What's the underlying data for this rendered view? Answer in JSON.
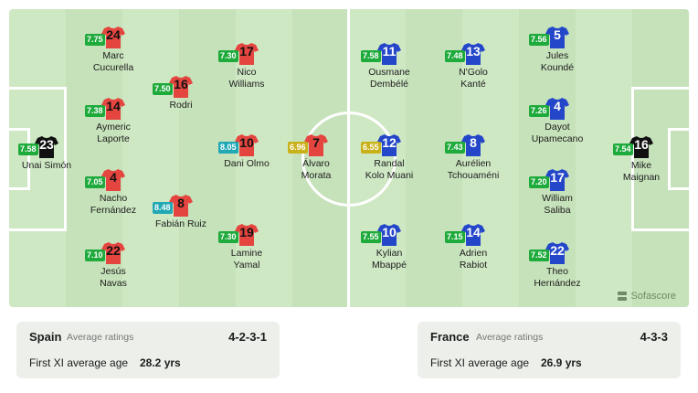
{
  "colors": {
    "pitch": "#cfe8c4",
    "spain_shirt": "#e4453f",
    "france_shirt": "#2447c9",
    "goalkeeper_shirt": "#111111",
    "rating_green": "#1faa3c",
    "rating_teal": "#21a8b5",
    "rating_olive": "#c9b11a"
  },
  "brand": "Sofascore",
  "spain": {
    "team": "Spain",
    "avg_label": "Average ratings",
    "formation": "4-2-3-1",
    "age_label": "First XI average age",
    "age_value": "28.2 yrs",
    "players": [
      {
        "number": "23",
        "name1": "Unai Simón",
        "name2": "",
        "rating": "7.58",
        "rating_color": "#1faa3c",
        "gk": true
      },
      {
        "number": "24",
        "name1": "Marc",
        "name2": "Cucurella",
        "rating": "7.75",
        "rating_color": "#1faa3c",
        "gk": false
      },
      {
        "number": "14",
        "name1": "Aymeric",
        "name2": "Laporte",
        "rating": "7.38",
        "rating_color": "#1faa3c",
        "gk": false
      },
      {
        "number": "4",
        "name1": "Nacho",
        "name2": "Fernández",
        "rating": "7.05",
        "rating_color": "#1faa3c",
        "gk": false
      },
      {
        "number": "22",
        "name1": "Jesús",
        "name2": "Navas",
        "rating": "7.10",
        "rating_color": "#1faa3c",
        "gk": false
      },
      {
        "number": "16",
        "name1": "Rodri",
        "name2": "",
        "rating": "7.50",
        "rating_color": "#1faa3c",
        "gk": false
      },
      {
        "number": "8",
        "name1": "Fabián Ruiz",
        "name2": "",
        "rating": "8.48",
        "rating_color": "#21a8b5",
        "gk": false
      },
      {
        "number": "17",
        "name1": "Nico",
        "name2": "Williams",
        "rating": "7.30",
        "rating_color": "#1faa3c",
        "gk": false
      },
      {
        "number": "10",
        "name1": "Dani Olmo",
        "name2": "",
        "rating": "8.05",
        "rating_color": "#21a8b5",
        "gk": false
      },
      {
        "number": "19",
        "name1": "Lamine",
        "name2": "Yamal",
        "rating": "7.30",
        "rating_color": "#1faa3c",
        "gk": false
      },
      {
        "number": "7",
        "name1": "Álvaro",
        "name2": "Morata",
        "rating": "6.96",
        "rating_color": "#c9b11a",
        "gk": false
      }
    ]
  },
  "france": {
    "team": "France",
    "avg_label": "Average ratings",
    "formation": "4-3-3",
    "age_label": "First XI average age",
    "age_value": "26.9 yrs",
    "players": [
      {
        "number": "16",
        "name1": "Mike",
        "name2": "Maignan",
        "rating": "7.54",
        "rating_color": "#1faa3c",
        "gk": true
      },
      {
        "number": "5",
        "name1": "Jules",
        "name2": "Koundé",
        "rating": "7.56",
        "rating_color": "#1faa3c",
        "gk": false
      },
      {
        "number": "4",
        "name1": "Dayot",
        "name2": "Upamecano",
        "rating": "7.26",
        "rating_color": "#1faa3c",
        "gk": false
      },
      {
        "number": "17",
        "name1": "William",
        "name2": "Saliba",
        "rating": "7.20",
        "rating_color": "#1faa3c",
        "gk": false
      },
      {
        "number": "22",
        "name1": "Theo",
        "name2": "Hernández",
        "rating": "7.52",
        "rating_color": "#1faa3c",
        "gk": false
      },
      {
        "number": "13",
        "name1": "N'Golo",
        "name2": "Kanté",
        "rating": "7.48",
        "rating_color": "#1faa3c",
        "gk": false
      },
      {
        "number": "8",
        "name1": "Aurélien",
        "name2": "Tchouaméni",
        "rating": "7.43",
        "rating_color": "#1faa3c",
        "gk": false
      },
      {
        "number": "14",
        "name1": "Adrien",
        "name2": "Rabiot",
        "rating": "7.15",
        "rating_color": "#1faa3c",
        "gk": false
      },
      {
        "number": "11",
        "name1": "Ousmane",
        "name2": "Dembélé",
        "rating": "7.58",
        "rating_color": "#1faa3c",
        "gk": false
      },
      {
        "number": "12",
        "name1": "Randal",
        "name2": "Kolo Muani",
        "rating": "6.55",
        "rating_color": "#c9b11a",
        "gk": false
      },
      {
        "number": "10",
        "name1": "Kylian",
        "name2": "Mbappé",
        "rating": "7.55",
        "rating_color": "#1faa3c",
        "gk": false
      }
    ]
  }
}
